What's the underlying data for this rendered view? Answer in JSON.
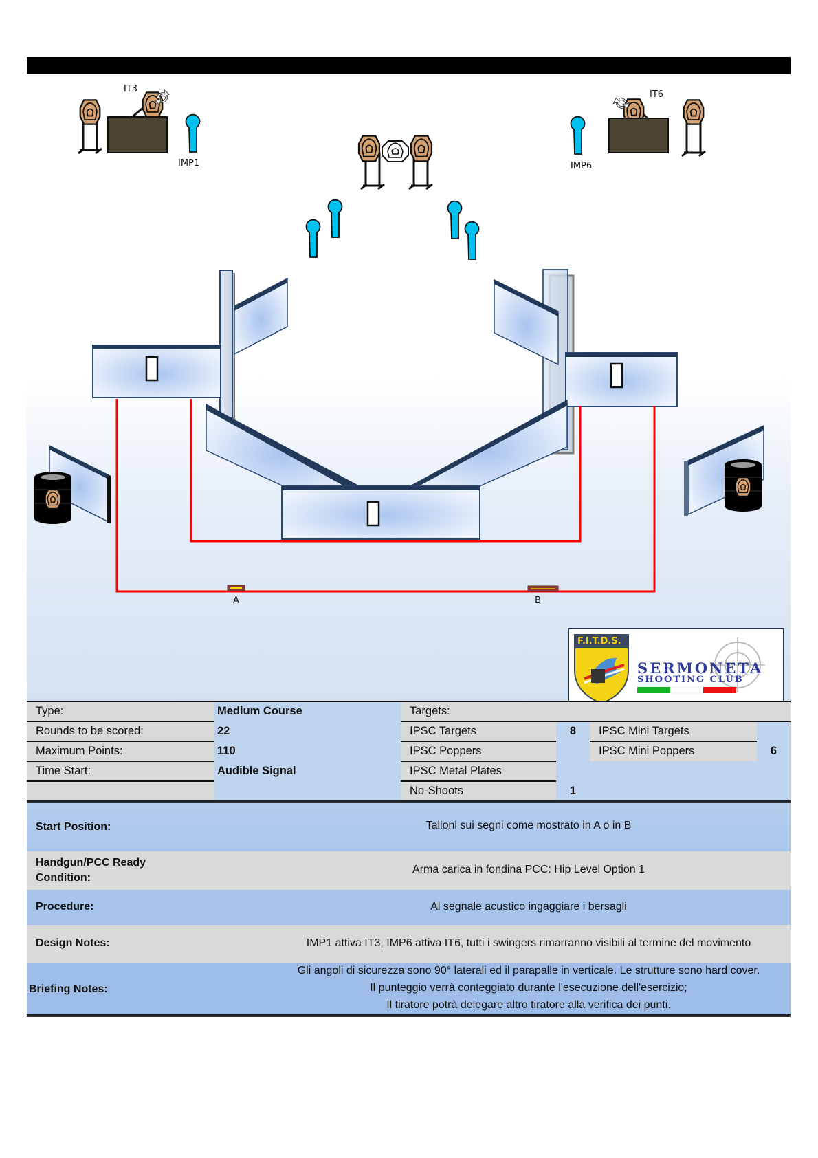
{
  "diagram": {
    "labels": {
      "it3": "IT3",
      "it6": "IT6",
      "imp1": "IMP1",
      "imp6": "IMP6",
      "start_a": "A",
      "start_b": "B"
    },
    "colors": {
      "fault_line": "#ff0000",
      "popper": "#00c0f0",
      "target": "#d4a070",
      "no_shoot": "#ffffff",
      "swinger_cover": "#4a4430",
      "wall_edge": "#2b4a73",
      "wall_fill": "#c9daf5"
    }
  },
  "logo": {
    "fitds_text": "F.I.T.D.S.",
    "club_line1": "SERMONETA",
    "club_line2": "SHOOTING CLUB"
  },
  "summary": {
    "type_label": "Type:",
    "type_value": "Medium Course",
    "rounds_label": "Rounds to be scored:",
    "rounds_value": "22",
    "max_points_label": "Maximum Points:",
    "max_points_value": "110",
    "time_start_label": "Time Start:",
    "time_start_value": "Audible Signal",
    "targets_label": "Targets:",
    "targets": [
      {
        "label": "IPSC Targets",
        "count": "8"
      },
      {
        "label": "IPSC Poppers",
        "count": ""
      },
      {
        "label": "IPSC Metal Plates",
        "count": ""
      },
      {
        "label": "No-Shoots",
        "count": "1"
      }
    ],
    "mini_targets": [
      {
        "label": "IPSC Mini Targets",
        "count": ""
      },
      {
        "label": "IPSC Mini Poppers",
        "count": "6"
      }
    ]
  },
  "briefing": {
    "start_position_label": "Start Position:",
    "start_position": "Talloni sui segni come mostrato in A o in B",
    "ready_condition_label_1": "Handgun/PCC Ready",
    "ready_condition_label_2": "Condition:",
    "ready_condition": "Arma carica in fondina PCC: Hip Level Option 1",
    "procedure_label": "Procedure:",
    "procedure": "Al segnale acustico ingaggiare i bersagli",
    "design_notes_label": "Design Notes:",
    "design_notes": "IMP1 attiva IT3, IMP6 attiva IT6, tutti i swingers  rimarranno visibili al termine del movimento",
    "briefing_notes_label": "Briefing Notes:",
    "briefing_notes": [
      "Gli angoli di sicurezza sono 90° laterali ed il parapalle in verticale. Le strutture sono hard cover.",
      "Il punteggio verrà conteggiato durante l'esecuzione dell'esercizio;",
      "Il tiratore potrà delegare altro tiratore alla verifica dei punti."
    ]
  }
}
